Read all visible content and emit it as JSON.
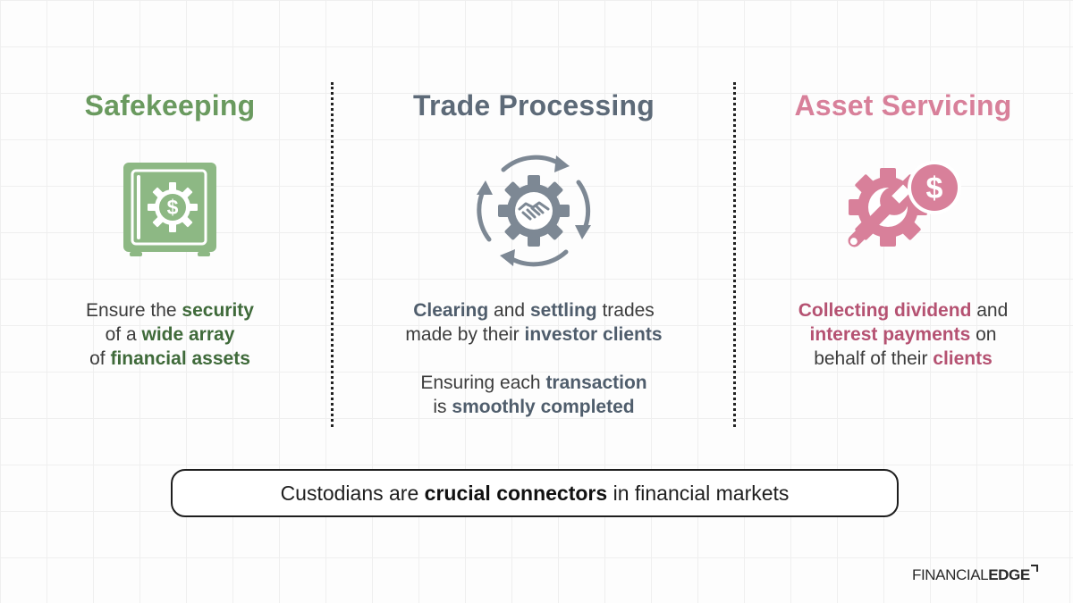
{
  "columns": [
    {
      "title": "Safekeeping",
      "icon": "safe-dollar-icon",
      "color": "#6a9a5f",
      "desc": [
        [
          "Ensure the ",
          "security"
        ],
        [
          "of a ",
          "wide array"
        ],
        [
          "of ",
          "financial assets"
        ]
      ]
    },
    {
      "title": "Trade Processing",
      "icon": "handshake-gear-cycle-icon",
      "color": "#5d6a78",
      "p1": {
        "b1": "Clearing",
        "t1": " and ",
        "b2": "settling",
        "t2": " trades",
        "t3": "made by their ",
        "b3": "investor clients"
      },
      "p2": {
        "t1": "Ensuring each ",
        "b1": "transaction",
        "t2": "is ",
        "b2": "smoothly completed"
      }
    },
    {
      "title": "Asset Servicing",
      "icon": "wrench-gear-dollar-icon",
      "color": "#d8809a",
      "desc": {
        "b1": "Collecting dividend",
        "t1": " and",
        "b2": "interest payments",
        "t2": " on",
        "t3": "behalf of their ",
        "b3": "clients"
      }
    }
  ],
  "summary": {
    "t1": "Custodians are ",
    "b1": "crucial connectors",
    "t2": " in financial markets"
  },
  "logo": {
    "part1": "FINANCIAL",
    "part2": "EDGE"
  }
}
